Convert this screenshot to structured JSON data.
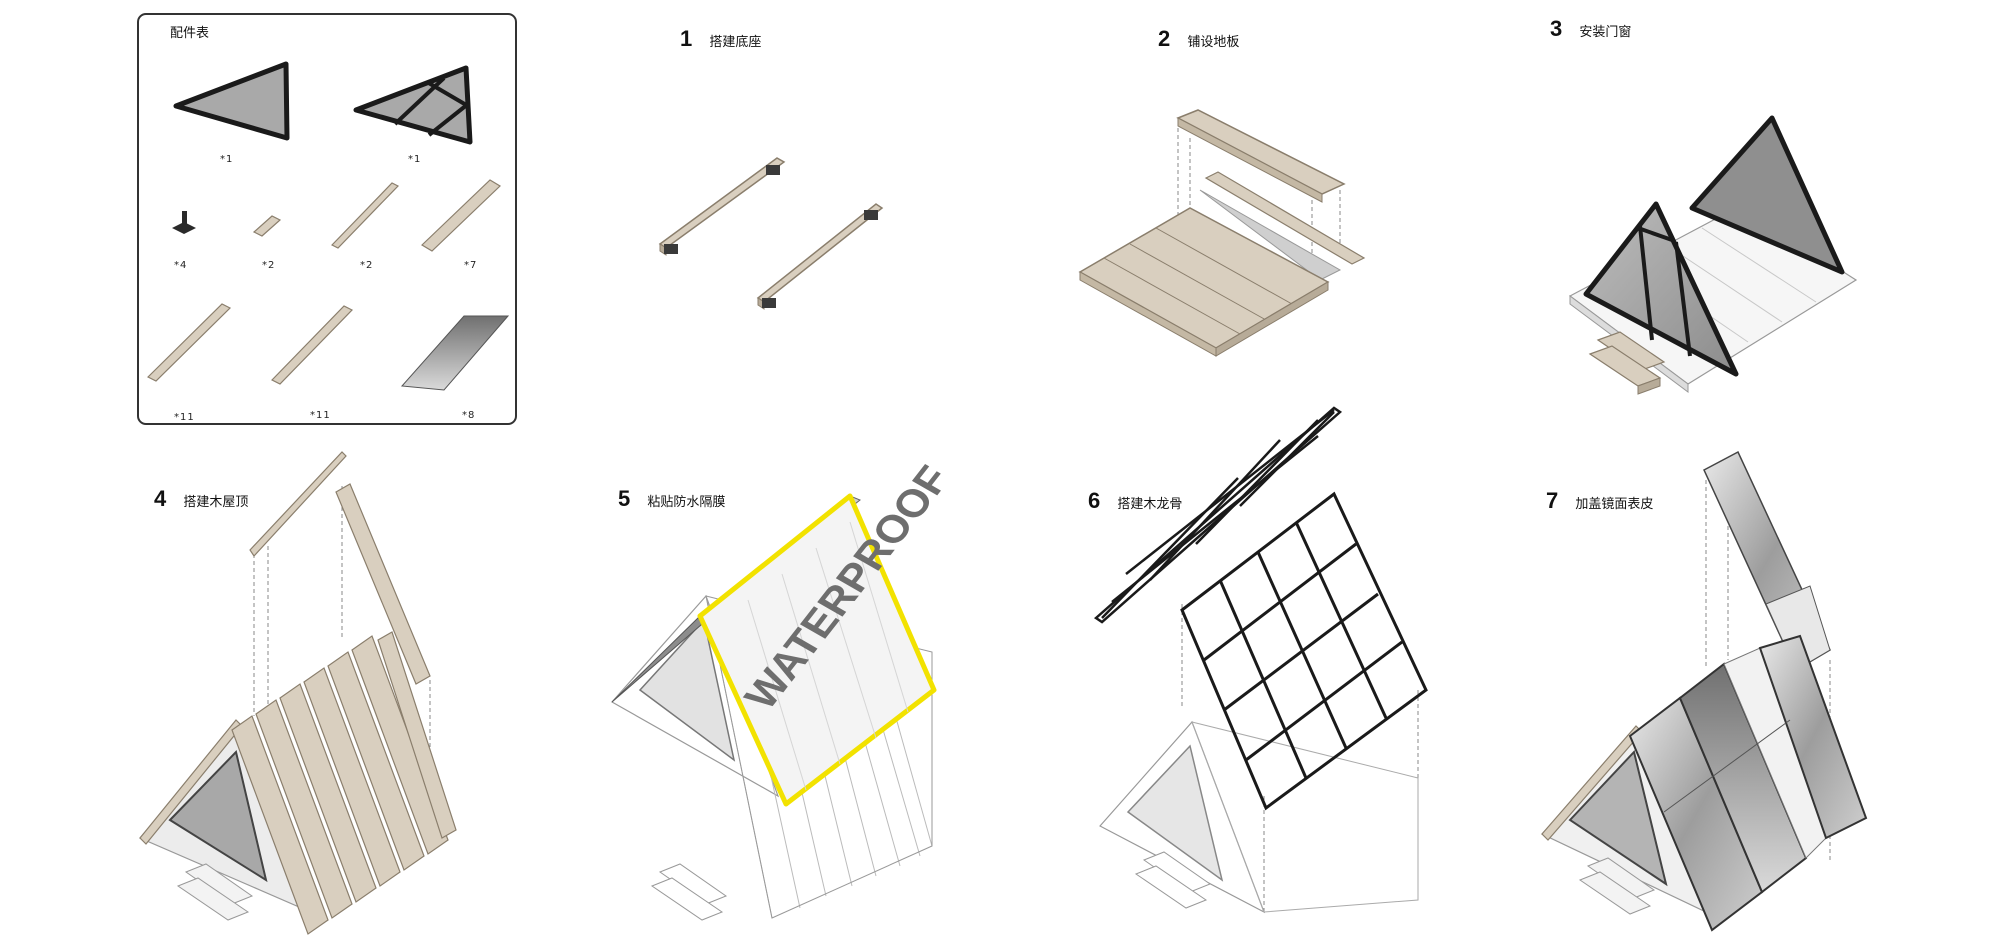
{
  "parts_panel": {
    "title": "配件表",
    "quantities": [
      "*1",
      "*1",
      "*4",
      "*2",
      "*2",
      "*7",
      "*11",
      "*11",
      "*8"
    ]
  },
  "steps": [
    {
      "num": "1",
      "title": "搭建底座"
    },
    {
      "num": "2",
      "title": "铺设地板"
    },
    {
      "num": "3",
      "title": "安装门窗"
    },
    {
      "num": "4",
      "title": "搭建木屋顶"
    },
    {
      "num": "5",
      "title": "粘贴防水隔膜"
    },
    {
      "num": "6",
      "title": "搭建木龙骨"
    },
    {
      "num": "7",
      "title": "加盖镜面表皮"
    }
  ],
  "membrane_label": "WATERPROOF",
  "colors": {
    "wood": "#d9cfbf",
    "wood_edge": "#8a7e6c",
    "glass": "#9a9a9a",
    "frame": "#1a1a1a",
    "membrane_border": "#f2e200",
    "mirror": "#b8b8b8"
  }
}
